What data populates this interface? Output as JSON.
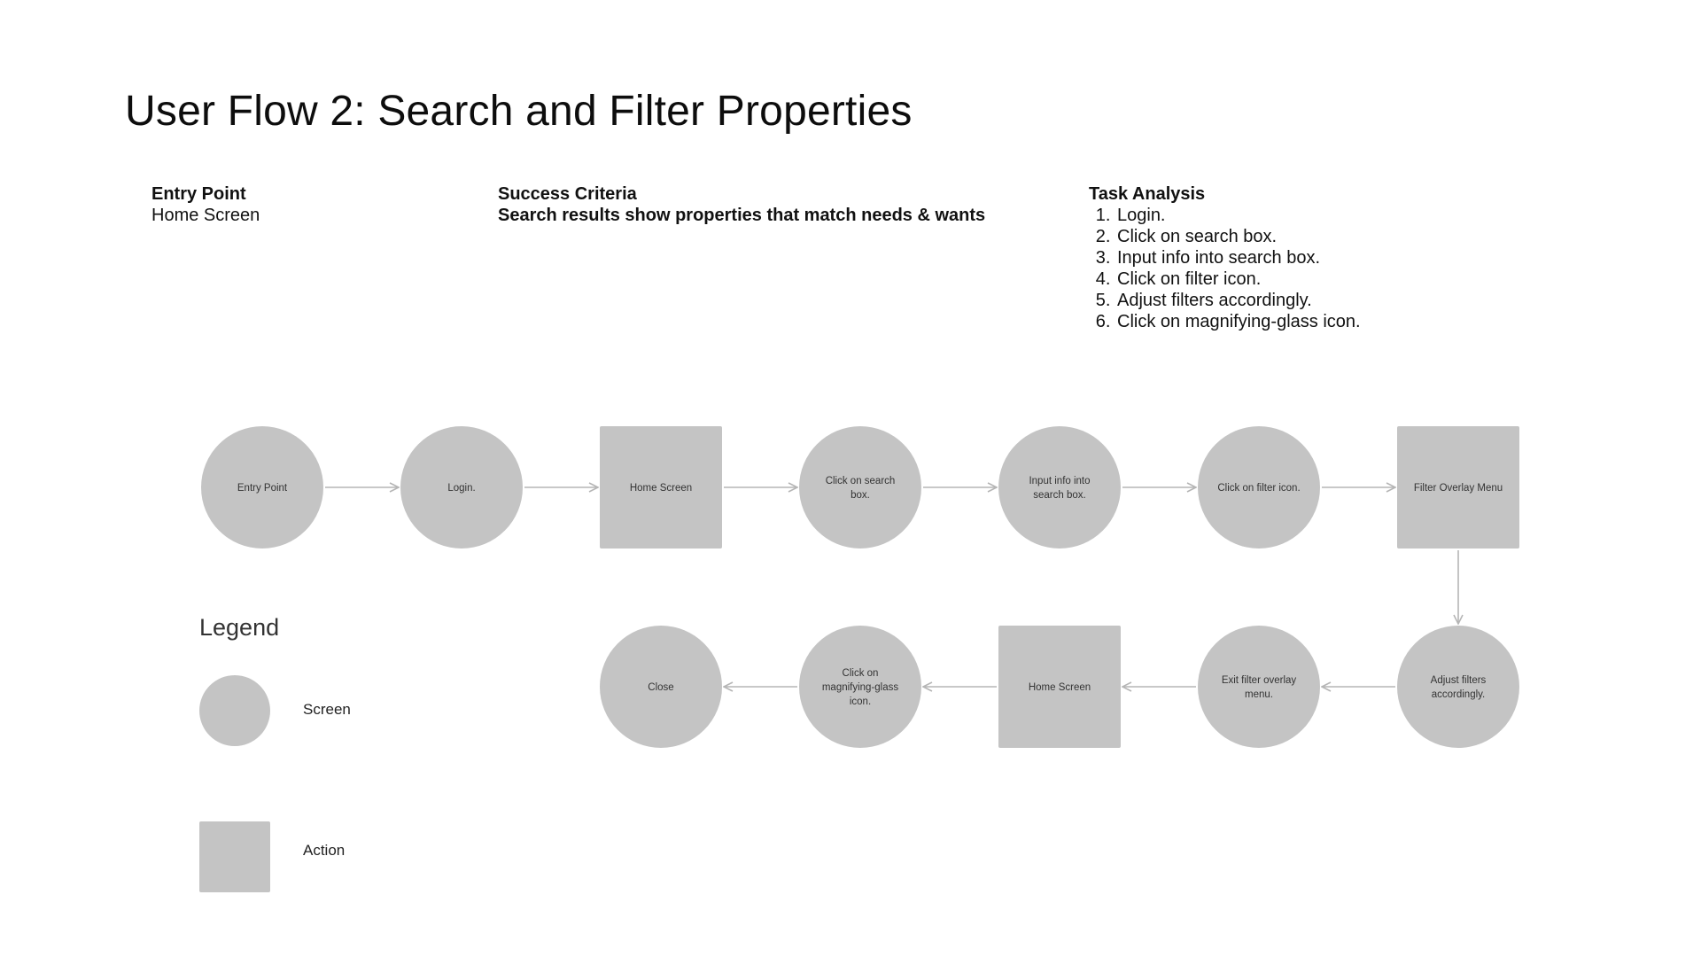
{
  "title": "User Flow 2: Search and Filter Properties",
  "entry_point": {
    "heading": "Entry Point",
    "value": "Home Screen"
  },
  "success_criteria": {
    "heading": "Success Criteria",
    "value": "Search results show properties that match needs & wants"
  },
  "task_analysis": {
    "heading": "Task Analysis",
    "steps": [
      "Login.",
      "Click on search box.",
      "Input info into search box.",
      "Click on filter icon.",
      "Adjust filters accordingly.",
      "Click on magnifying-glass icon."
    ]
  },
  "flow": {
    "nodes": [
      {
        "id": "n1",
        "shape": "circle",
        "label": [
          "Entry Point"
        ]
      },
      {
        "id": "n2",
        "shape": "circle",
        "label": [
          "Login."
        ]
      },
      {
        "id": "n3",
        "shape": "square",
        "label": [
          "Home Screen"
        ]
      },
      {
        "id": "n4",
        "shape": "circle",
        "label": [
          "Click on search",
          "box."
        ]
      },
      {
        "id": "n5",
        "shape": "circle",
        "label": [
          "Input info into",
          "search box."
        ]
      },
      {
        "id": "n6",
        "shape": "circle",
        "label": [
          "Click on filter icon."
        ]
      },
      {
        "id": "n7",
        "shape": "square",
        "label": [
          "Filter Overlay Menu"
        ]
      },
      {
        "id": "n8",
        "shape": "circle",
        "label": [
          "Adjust filters",
          "accordingly."
        ]
      },
      {
        "id": "n9",
        "shape": "circle",
        "label": [
          "Exit filter overlay",
          "menu."
        ]
      },
      {
        "id": "n10",
        "shape": "square",
        "label": [
          "Home Screen"
        ]
      },
      {
        "id": "n11",
        "shape": "circle",
        "label": [
          "Click on",
          "magnifying-glass",
          "icon."
        ]
      },
      {
        "id": "n12",
        "shape": "circle",
        "label": [
          "Close"
        ]
      }
    ],
    "edges": [
      [
        "n1",
        "n2"
      ],
      [
        "n2",
        "n3"
      ],
      [
        "n3",
        "n4"
      ],
      [
        "n4",
        "n5"
      ],
      [
        "n5",
        "n6"
      ],
      [
        "n6",
        "n7"
      ],
      [
        "n7",
        "n8"
      ],
      [
        "n8",
        "n9"
      ],
      [
        "n9",
        "n10"
      ],
      [
        "n10",
        "n11"
      ],
      [
        "n11",
        "n12"
      ]
    ]
  },
  "legend": {
    "title": "Legend",
    "items": [
      {
        "shape": "circle",
        "label": "Screen"
      },
      {
        "shape": "square",
        "label": "Action"
      }
    ]
  },
  "colors": {
    "node_fill": "#c4c4c4",
    "edge": "#b5b5b5",
    "text": "#111111"
  }
}
